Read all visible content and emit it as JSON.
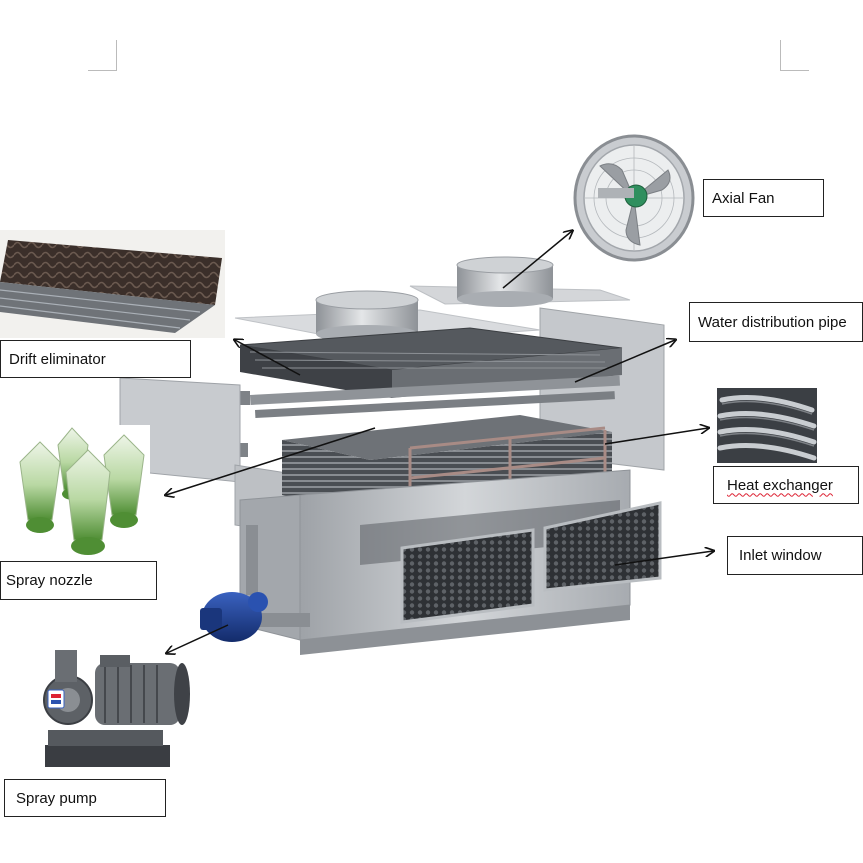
{
  "labels": {
    "axial_fan": "Axial Fan",
    "water_distribution_pipe": "Water distribution pipe",
    "drift_eliminator": "Drift eliminator",
    "heat_exchanger": "Heat exchanger",
    "inlet_window": "Inlet window",
    "spray_nozzle": "Spray nozzle",
    "spray_pump": "Spray pump"
  },
  "colors": {
    "steel": "#b9bcc0",
    "steel_dark": "#7d8186",
    "panel_dark": "#3a3d42",
    "pump_blue": "#1d3f8f",
    "nozzle_green": "#6aa64a",
    "arrow": "#111111"
  }
}
